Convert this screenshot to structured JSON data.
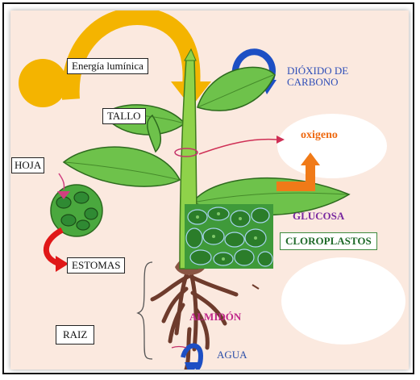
{
  "labels": {
    "light": "Energía lumínica",
    "co2_line1": "DIÓXIDO DE",
    "co2_line2": "CARBONO",
    "stem": "TALLO",
    "oxygen": "oxigeno",
    "leaf": "HOJA",
    "glucose": "GLUCOSA",
    "chloroplasts": "CLOROPLASTOS",
    "stomata": "ESTOMAS",
    "starch": "ALMIDÓN",
    "root": "RAIZ",
    "water": "AGUA"
  },
  "colors": {
    "background": "#fbe9df",
    "sun": "#f4b400",
    "co2_arrow": "#1d4fc4",
    "co2_text": "#2f4fb8",
    "oxygen_text": "#ee6a12",
    "oxygen_arrow": "#f07a18",
    "glucose_text": "#7a2aa0",
    "chloroplast_text": "#1f6a2a",
    "starch_text": "#c0268a",
    "water_text": "#2b4ea8",
    "stomata_arrow": "#e01818",
    "leaf": "#6ec24b",
    "stem": "#8fd24a",
    "root": "#7a4a3a"
  }
}
